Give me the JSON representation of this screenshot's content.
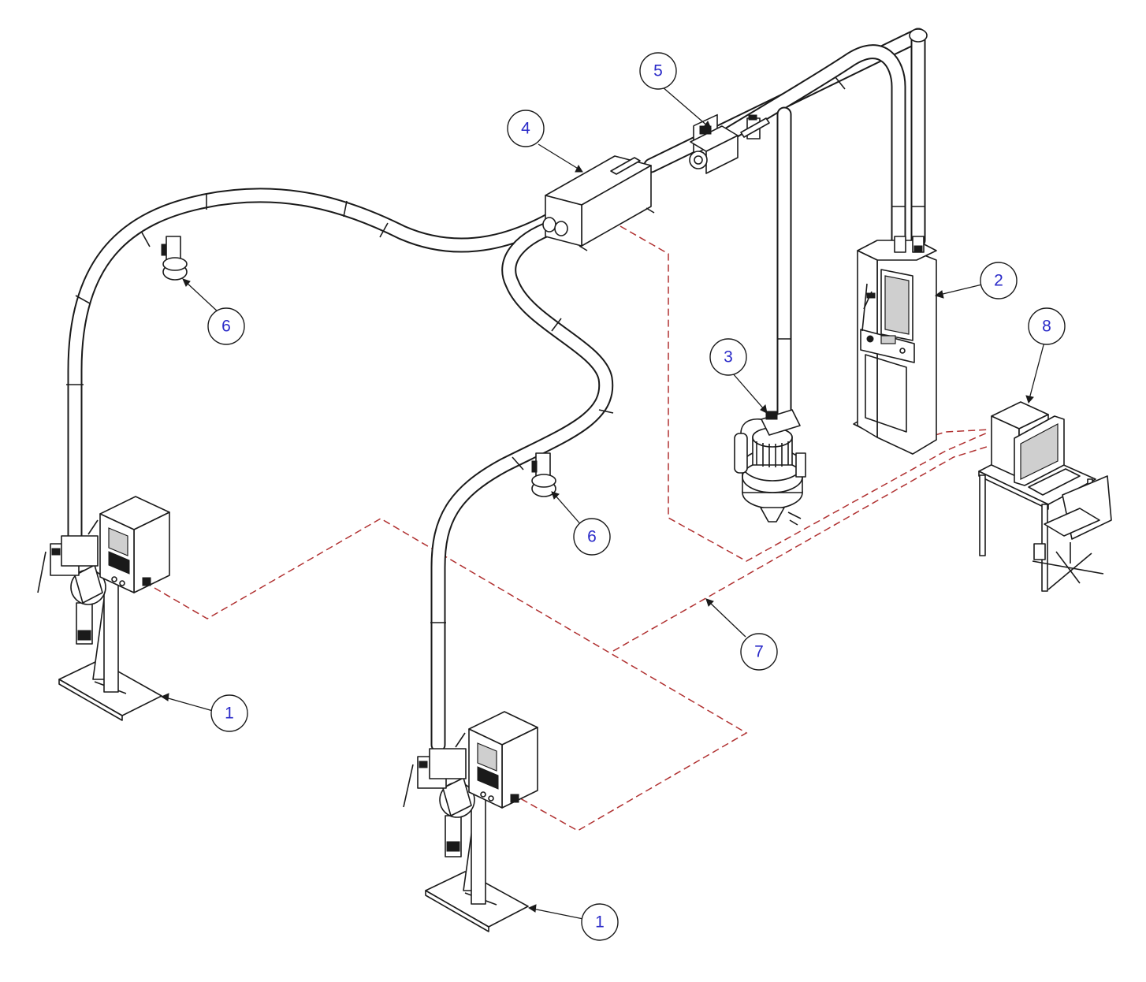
{
  "colors": {
    "line": "#1a1a1a",
    "signal_dashed": "#b03030",
    "callout_text": "#2a2ac8",
    "background": "#ffffff"
  },
  "callouts": [
    {
      "id": "c1a",
      "label": "1"
    },
    {
      "id": "c1b",
      "label": "1"
    },
    {
      "id": "c2",
      "label": "2"
    },
    {
      "id": "c3",
      "label": "3"
    },
    {
      "id": "c4",
      "label": "4"
    },
    {
      "id": "c5",
      "label": "5"
    },
    {
      "id": "c6a",
      "label": "6"
    },
    {
      "id": "c6b",
      "label": "6"
    },
    {
      "id": "c7",
      "label": "7"
    },
    {
      "id": "c8",
      "label": "8"
    }
  ]
}
